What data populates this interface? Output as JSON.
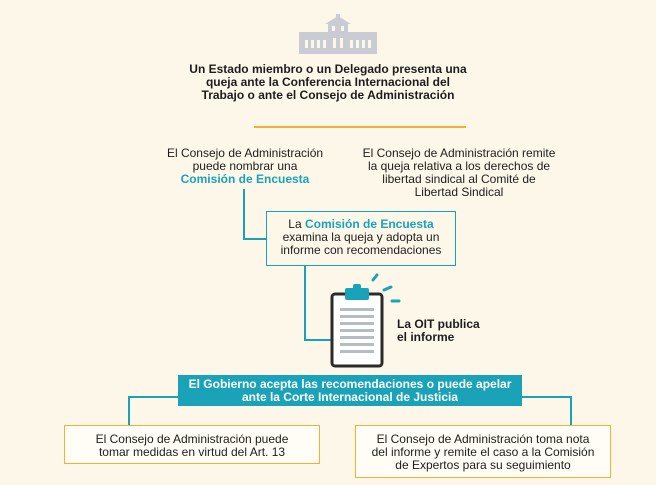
{
  "step1": {
    "text": "Un Estado miembro o un Delegado presenta una queja ante la Conferencia Internacional del Trabajo o ante el Consejo de Administración"
  },
  "left_option": {
    "text_before": "El Consejo de Administración puede nombrar una",
    "text_highlight": "Comisión de Encuesta"
  },
  "right_option": {
    "text": "El Consejo de Administración remite la queja relativa a los derechos de libertad sindical al Comité de Libertad Sindical"
  },
  "commission_box": {
    "text_before": "La",
    "text_highlight": "Comisión de Encuesta",
    "text_after": "examina la queja y adopta un informe con recomendaciones"
  },
  "publish": {
    "text": "La OIT publica el informe"
  },
  "banner": {
    "text": "El Gobierno acepta las recomendaciones o puede apelar ante la Corte Internacional de Justicia"
  },
  "outcome_left": {
    "text": "El Consejo de Administración puede tomar medidas en virtud del Art. 13"
  },
  "outcome_right": {
    "text": "El Consejo de Administración toma nota del informe y remite el caso a la Comisión de Expertos para su seguimiento"
  },
  "colors": {
    "accent_teal": "#1aa3b8",
    "accent_gold": "#f2b134",
    "background": "#fdf7ea"
  },
  "icons": [
    "building-icon",
    "clipboard-icon"
  ]
}
